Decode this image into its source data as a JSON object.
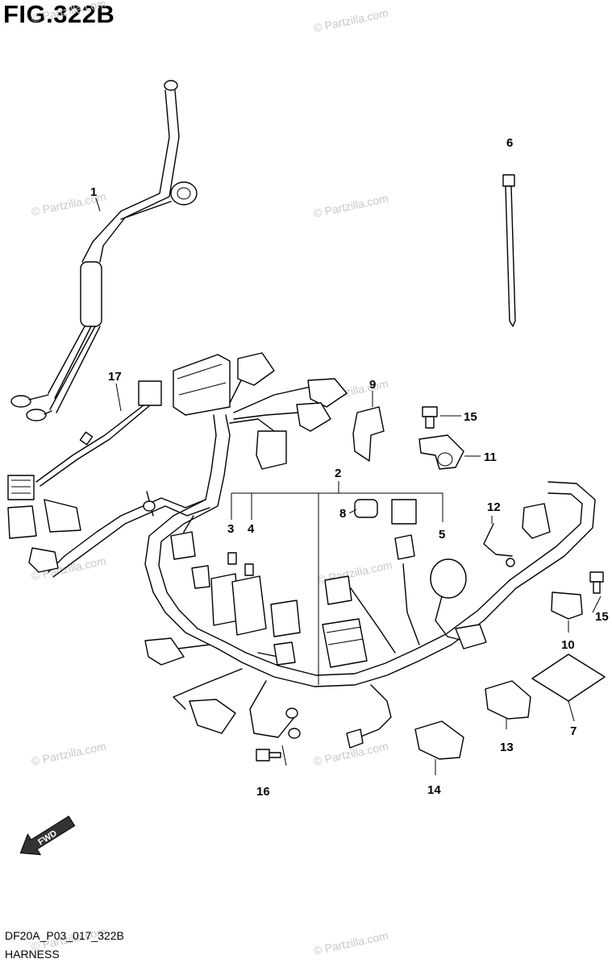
{
  "figure": {
    "title": "FIG.322B",
    "code": "DF20A_P03_017_322B",
    "caption": "HARNESS"
  },
  "watermark": "© Partzilla.com",
  "callouts": [
    "1",
    "2",
    "3",
    "4",
    "5",
    "6",
    "7",
    "8",
    "9",
    "10",
    "11",
    "12",
    "13",
    "14",
    "15",
    "15",
    "16",
    "17"
  ],
  "fwd_label": "FWD"
}
